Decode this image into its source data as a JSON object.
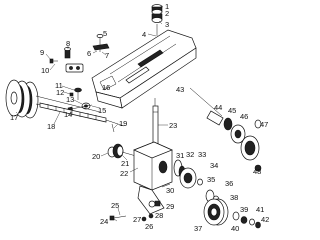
{
  "diagram": {
    "labels": [
      "1",
      "2",
      "3",
      "4",
      "5",
      "6",
      "7",
      "8",
      "9",
      "10",
      "11",
      "12",
      "13",
      "14",
      "15",
      "16",
      "17",
      "18",
      "19",
      "20",
      "21",
      "22",
      "23",
      "24",
      "25",
      "26",
      "27",
      "28",
      "29",
      "30",
      "31",
      "32",
      "33",
      "34",
      "35",
      "36",
      "37",
      "38",
      "39",
      "40",
      "41",
      "42",
      "43",
      "44",
      "45",
      "46",
      "47",
      "48"
    ]
  }
}
